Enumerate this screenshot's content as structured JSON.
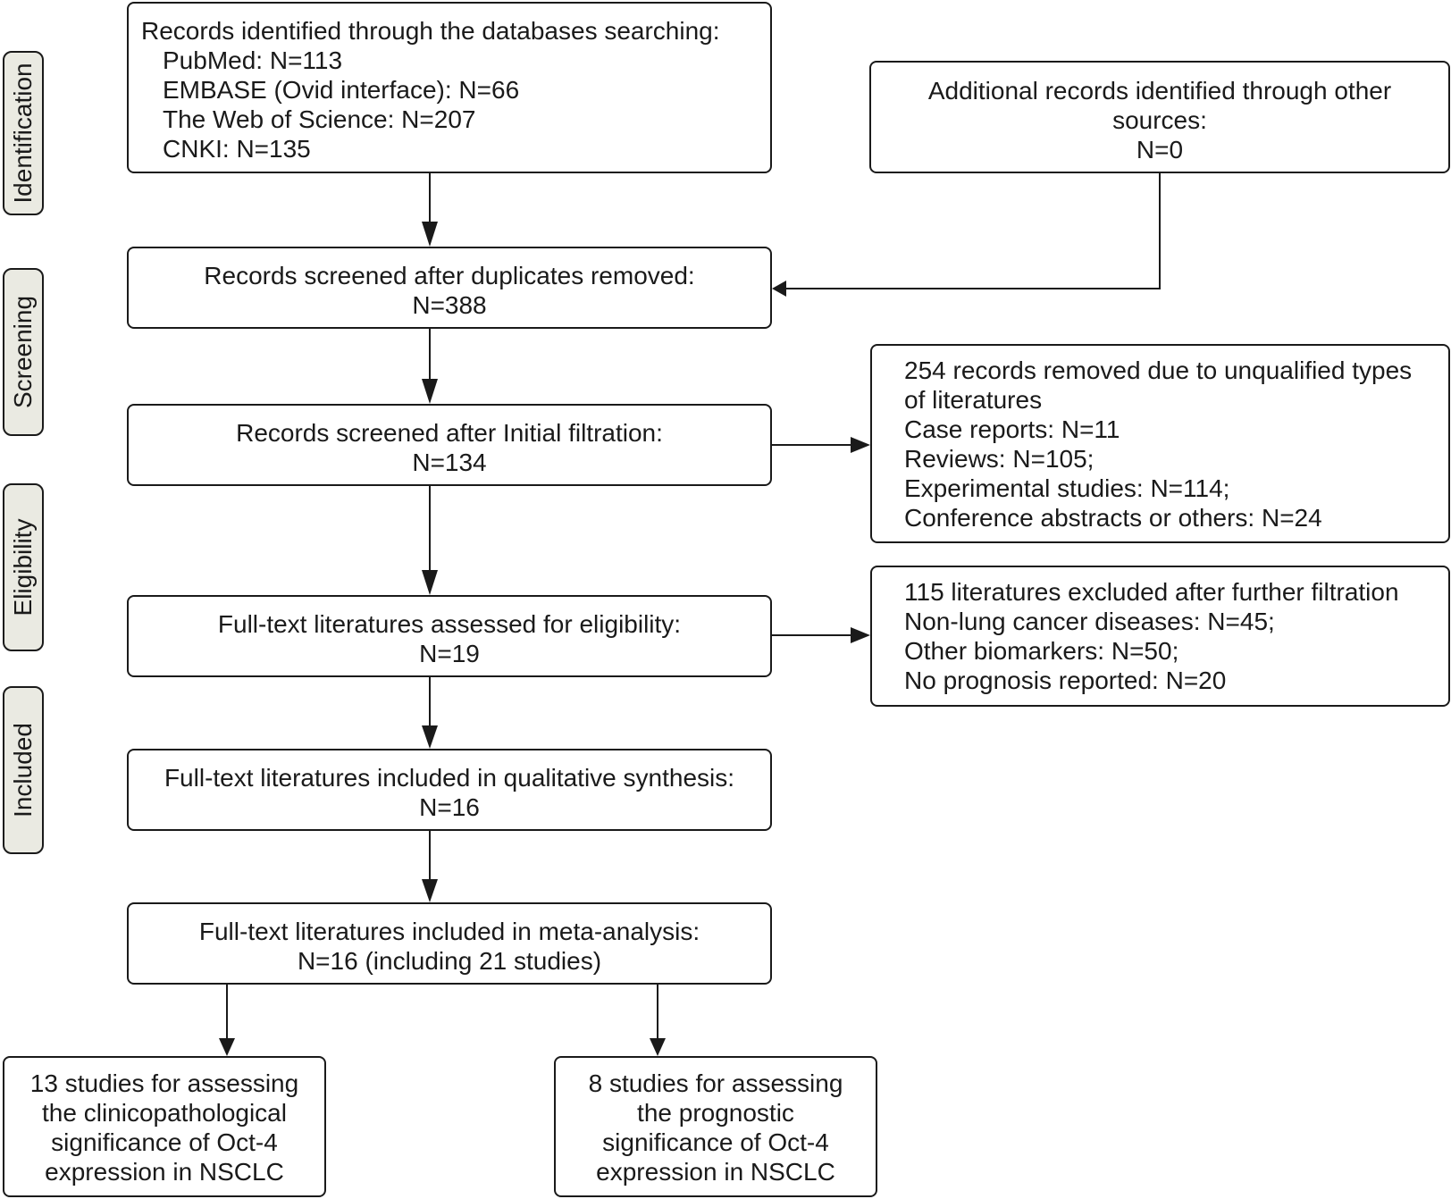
{
  "stages": {
    "identification": "Identification",
    "screening": "Screening",
    "eligibility": "Eligibility",
    "included": "Included"
  },
  "boxes": {
    "databases": {
      "title": "Records identified through the databases searching:",
      "lines": [
        "PubMed: N=113",
        "EMBASE (Ovid interface): N=66",
        "The Web of Science: N=207",
        "CNKI: N=135"
      ]
    },
    "other_sources": {
      "lines": [
        "Additional records identified through other",
        "sources:",
        "N=0"
      ]
    },
    "after_duplicates": {
      "lines": [
        "Records screened after duplicates removed:",
        "N=388"
      ]
    },
    "after_initial": {
      "lines": [
        "Records screened after Initial filtration:",
        "N=134"
      ]
    },
    "removed_types": {
      "lines": [
        "254 records removed due to unqualified types",
        "of literatures",
        "Case reports: N=11",
        "Reviews: N=105;",
        "Experimental studies: N=114;",
        "Conference abstracts or others: N=24"
      ]
    },
    "fulltext_assessed": {
      "lines": [
        "Full-text literatures assessed for eligibility:",
        "N=19"
      ]
    },
    "excluded_further": {
      "lines": [
        "115 literatures excluded after further filtration",
        "Non-lung cancer diseases: N=45;",
        "Other biomarkers: N=50;",
        "No prognosis reported: N=20"
      ]
    },
    "qualitative": {
      "lines": [
        "Full-text literatures included in qualitative synthesis:",
        "N=16"
      ]
    },
    "meta_analysis": {
      "lines": [
        "Full-text literatures included in meta-analysis:",
        "N=16 (including 21 studies)"
      ]
    },
    "clinicopathological": {
      "lines": [
        "13 studies for assessing",
        "the clinicopathological",
        "significance of Oct-4",
        "expression in NSCLC"
      ]
    },
    "prognostic": {
      "lines": [
        "8 studies for assessing",
        "the prognostic",
        "significance of Oct-4",
        "expression in NSCLC"
      ]
    }
  },
  "colors": {
    "stage_fill": "#eaeae2",
    "stroke": "#1a1a1a"
  }
}
